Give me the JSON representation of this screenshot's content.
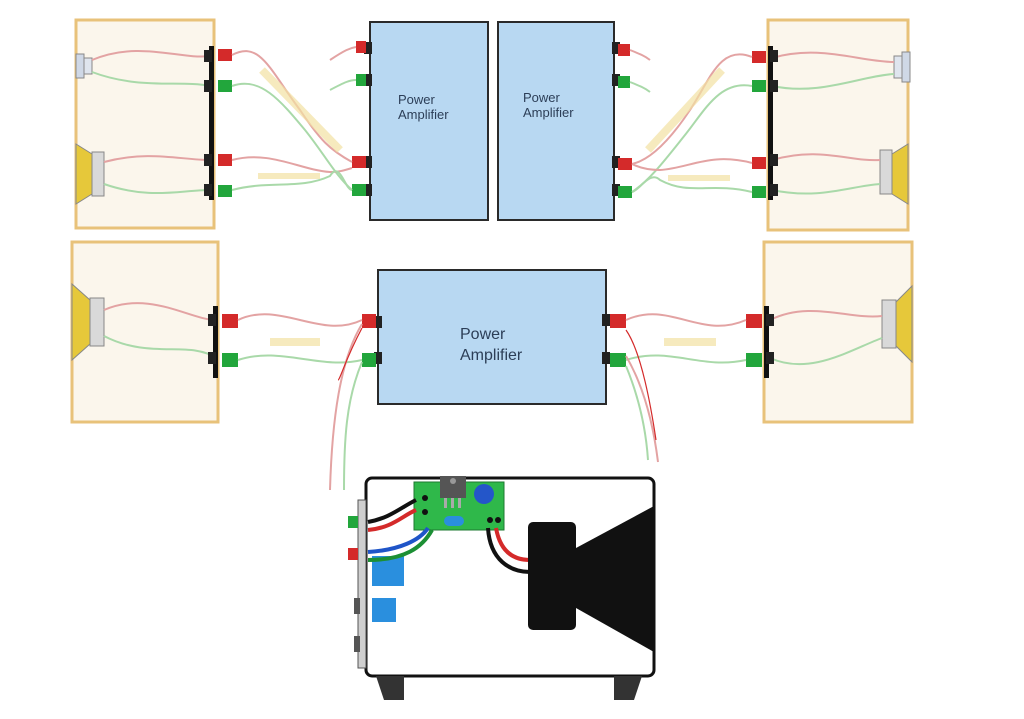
{
  "amplifiers": [
    {
      "id": "amp-top-left",
      "label_line1": "Power",
      "label_line2": "Amplifier"
    },
    {
      "id": "amp-top-right",
      "label_line1": "Power",
      "label_line2": "Amplifier"
    },
    {
      "id": "amp-middle",
      "label_line1": "Power",
      "label_line2": "Amplifier"
    }
  ],
  "colors": {
    "amp_fill": "#b8d8f2",
    "amp_stroke": "#2a2a2a",
    "cabinet_border": "#e8c27a",
    "cabinet_fill": "#fbf6ec",
    "terminal_red": "#d42a2a",
    "terminal_green": "#22a63c",
    "speaker_yellow": "#e6c83a",
    "wire_red": "#e3a3a3",
    "wire_green": "#a9d9a9",
    "pcb_green": "#2fb84a"
  },
  "icons": {
    "woofer": "speaker-cone-icon",
    "tweeter": "tweeter-icon",
    "pcb": "circuit-board-icon"
  }
}
